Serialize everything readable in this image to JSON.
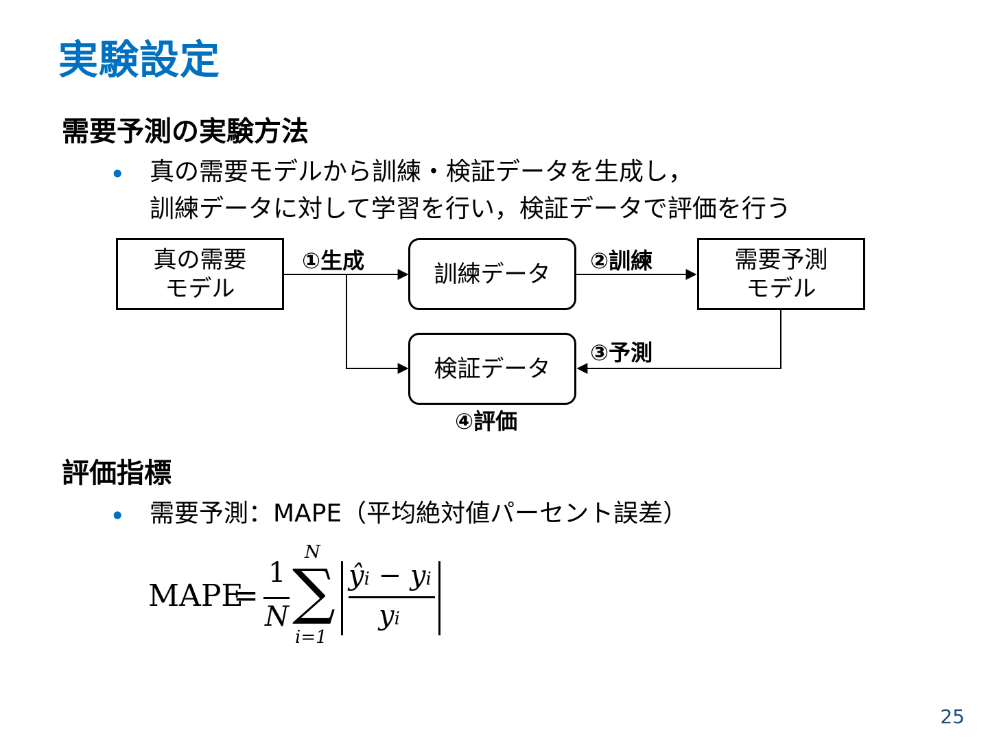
{
  "slide": {
    "title": "実験設定",
    "page_number": "25"
  },
  "section1": {
    "heading": "需要予測の実験方法",
    "bullet_symbol": "•",
    "bullet_line1": "真の需要モデルから訓練・検証データを生成し，",
    "bullet_line2": "訓練データに対して学習を行い，検証データで評価を行う"
  },
  "diagram": {
    "true_model_line1": "真の需要",
    "true_model_line2": "モデル",
    "train_data": "訓練データ",
    "valid_data": "検証データ",
    "pred_model_line1": "需要予測",
    "pred_model_line2": "モデル",
    "step1": "①生成",
    "step2": "②訓練",
    "step3": "③予測",
    "step4": "④評価"
  },
  "section2": {
    "heading": "評価指標",
    "bullet_symbol": "•",
    "bullet_text": "需要予測：MAPE（平均絶対値パーセント誤差）"
  },
  "formula": {
    "lhs": "MAPE",
    "equals": "=",
    "frac_num": "1",
    "frac_den": "N",
    "sum_symbol": "∑",
    "sum_upper": "N",
    "sum_lower": "i=1",
    "inner_num_hat": "ŷ",
    "inner_num_sub1": "i",
    "minus": "−",
    "inner_num_y": "y",
    "inner_num_sub2": "i",
    "inner_den_y": "y",
    "inner_den_sub": "i"
  }
}
